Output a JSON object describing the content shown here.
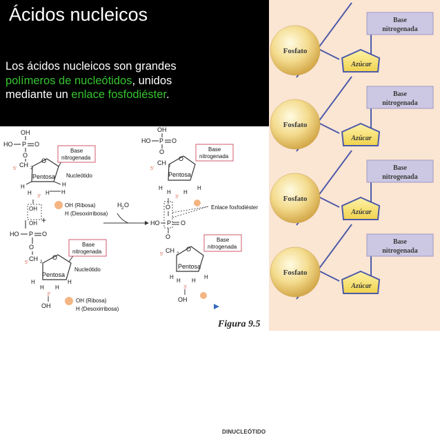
{
  "slide": {
    "title": "Ácidos nucleicos",
    "text_before_1": "Los ácidos nucleicos son grandes ",
    "highlight_1": "polímeros de nucleótidos",
    "text_middle": ", unidos mediante un ",
    "highlight_2": "enlace fosfodiéster",
    "text_after": ".",
    "highlight_color": "#35c42f"
  },
  "left_diagram": {
    "oh": "OH",
    "ho": "HO",
    "p": "P",
    "o": "O",
    "ch2": "CH",
    "two": "2",
    "h": "H",
    "five_prime": "5'",
    "three_prime": "3'",
    "base_line1": "Base",
    "base_line2": "nitrogenada",
    "pentosa": "Pentosa",
    "nucleotido": "Nucleótido",
    "oh_ribosa": "OH (Ribosa)",
    "h_desoxi": "H (Desoxirribosa)",
    "h2o": "H",
    "h2o_sub": "2",
    "h2o_o": "O",
    "plus": "+",
    "enlace": "Enlace fosfodiéster",
    "dinucleotido": "DINUCLEÓTIDO",
    "figura": "Figura 9.5"
  },
  "right_diagram": {
    "fosfato": "Fosfato",
    "azucar": "Azúcar",
    "base_line1": "Base",
    "base_line2": "nitrogenada",
    "units": 4
  }
}
